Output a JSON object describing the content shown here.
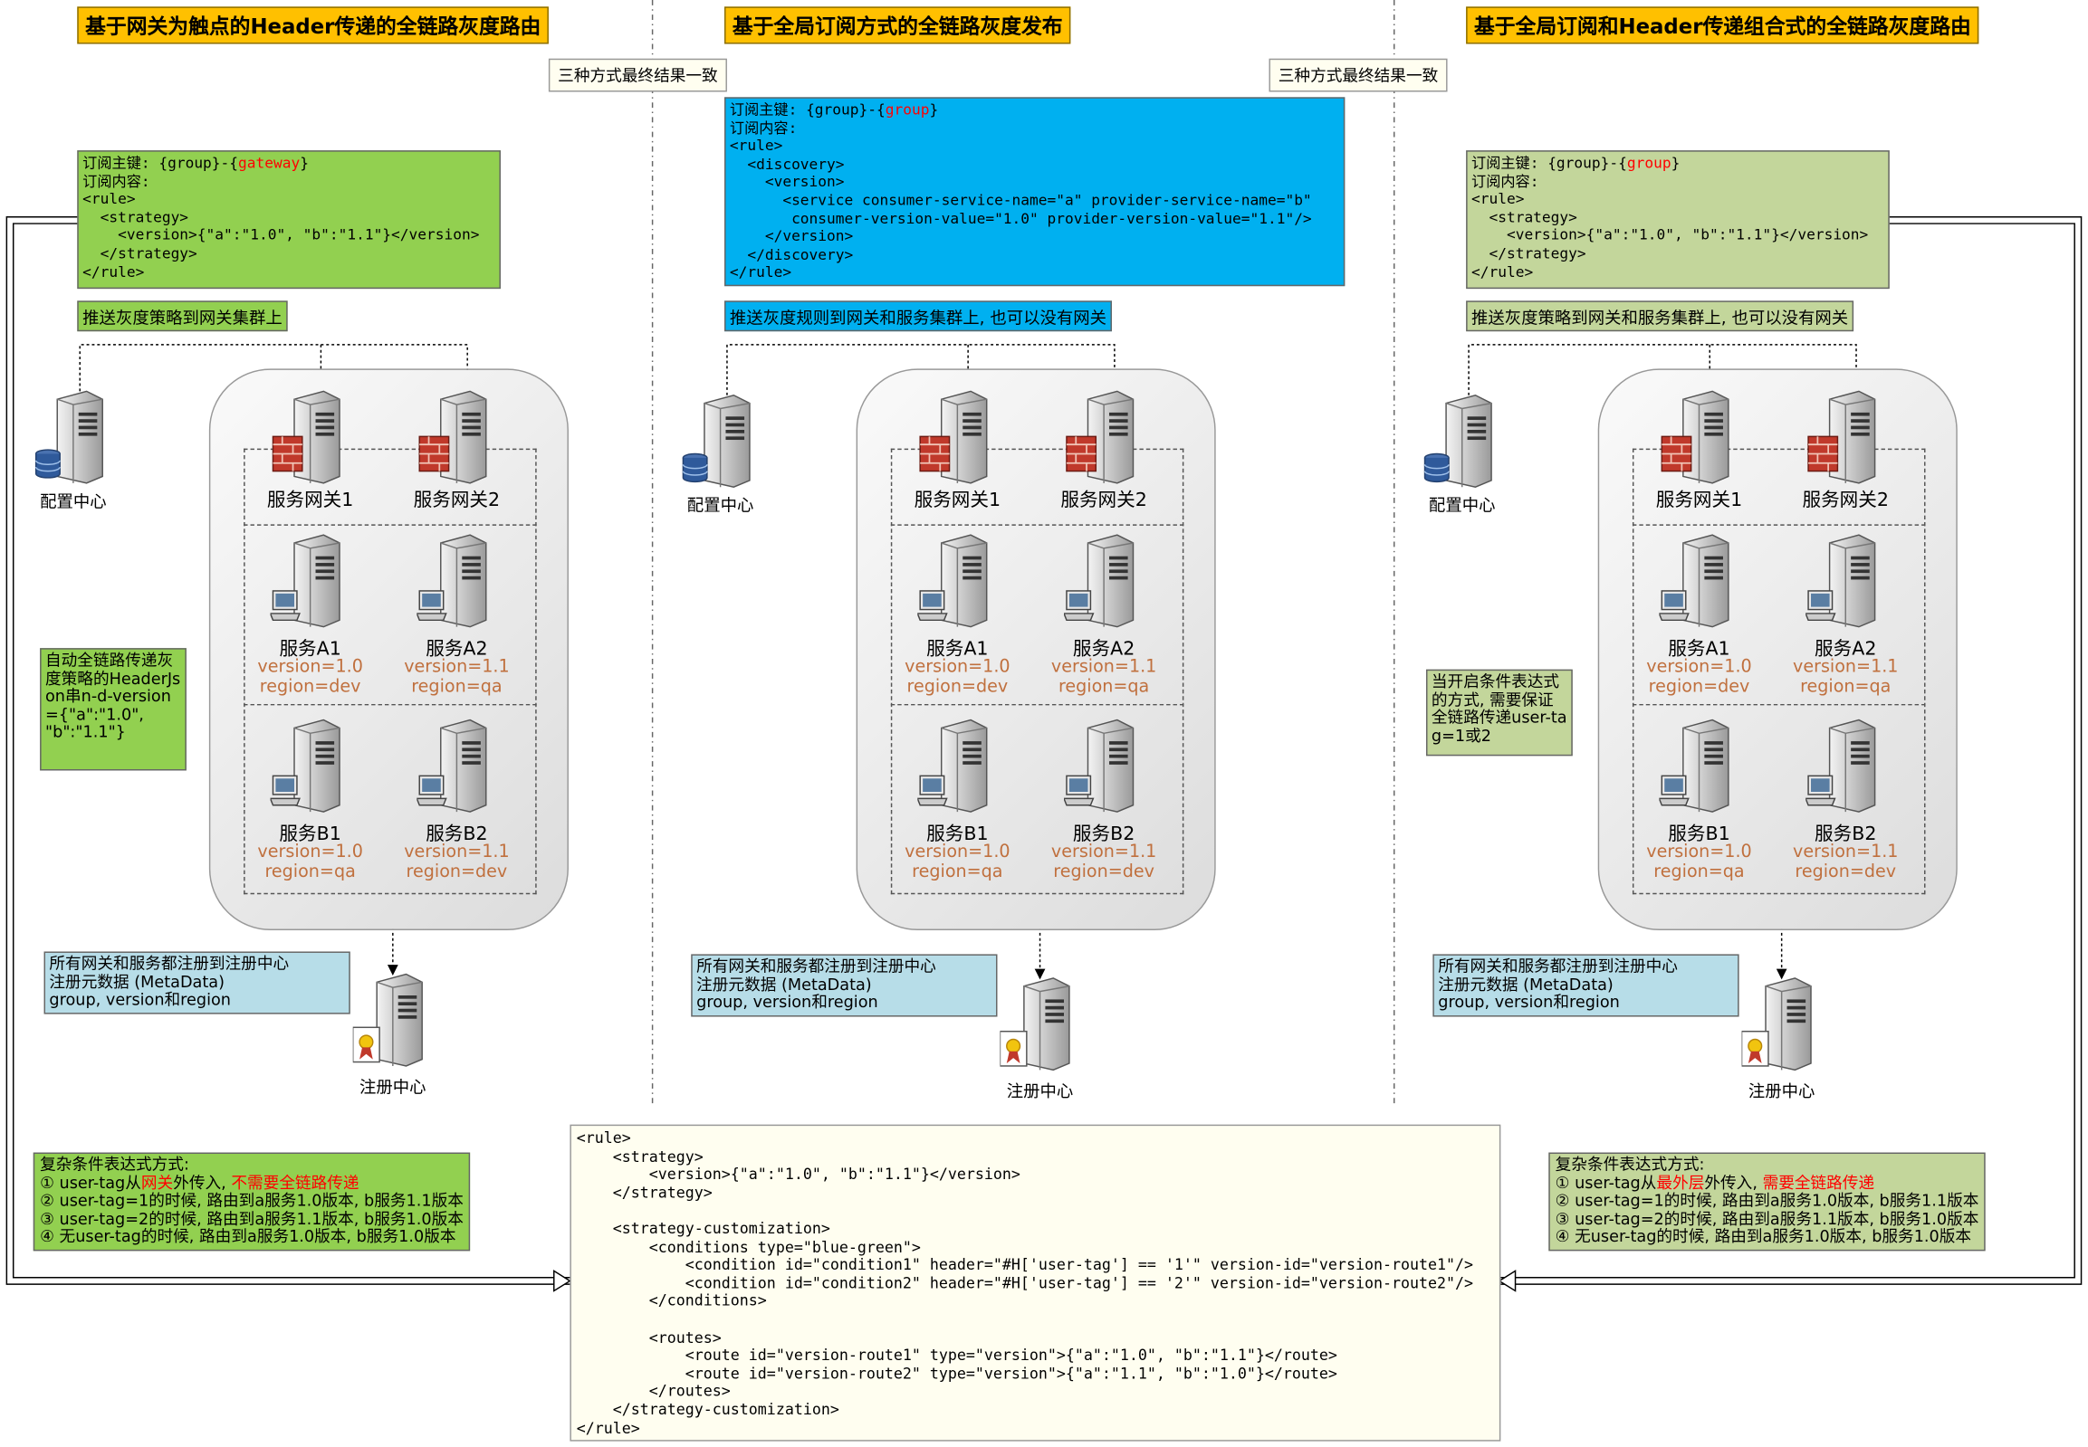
{
  "panels": [
    {
      "title": "基于网关为触点的Header传递的全链路灰度路由",
      "rule_box": {
        "key_prefix": "订阅主键: {group}-{",
        "key_highlight": "gateway",
        "key_suffix": "}",
        "content_label": "订阅内容:",
        "lines": [
          "<rule>",
          "  <strategy>",
          "    <version>{\"a\":\"1.0\", \"b\":\"1.1\"}</version>",
          "  </strategy>",
          "</rule>"
        ]
      },
      "push_label": "推送灰度策略到网关集群上",
      "config_center": "配置中心",
      "gateways": [
        "服务网关1",
        "服务网关2"
      ],
      "services": [
        {
          "name": "服务A1",
          "version": "version=1.0",
          "region": "region=dev"
        },
        {
          "name": "服务A2",
          "version": "version=1.1",
          "region": "region=qa"
        },
        {
          "name": "服务B1",
          "version": "version=1.0",
          "region": "region=qa"
        },
        {
          "name": "服务B2",
          "version": "version=1.1",
          "region": "region=dev"
        }
      ],
      "side_note": "自动全链路传递灰度策略的HeaderJson串n-d-version={\"a\":\"1.0\", \"b\":\"1.1\"}",
      "registry_note": [
        "所有网关和服务都注册到注册中心",
        "注册元数据 (MetaData)",
        "group, version和region"
      ],
      "registry_center": "注册中心",
      "conditions": {
        "heading": "复杂条件表达式方式:",
        "line1_a": "① user-tag从",
        "line1_red1": "网关",
        "line1_b": "外传入, ",
        "line1_red2": "不需要全链路传递",
        "lines": [
          "② user-tag=1的时候, 路由到a服务1.0版本, b服务1.1版本",
          "③ user-tag=2的时候, 路由到a服务1.1版本, b服务1.0版本",
          "④ 无user-tag的时候, 路由到a服务1.0版本, b服务1.0版本"
        ]
      }
    },
    {
      "title": "基于全局订阅方式的全链路灰度发布",
      "rule_box": {
        "key_prefix": "订阅主键: {group}-{",
        "key_highlight": "group",
        "key_suffix": "}",
        "content_label": "订阅内容:",
        "lines": [
          "<rule>",
          "  <discovery>",
          "    <version>",
          "      <service consumer-service-name=\"a\" provider-service-name=\"b\"",
          "       consumer-version-value=\"1.0\" provider-version-value=\"1.1\"/>",
          "    </version>",
          "  </discovery>",
          "</rule>"
        ]
      },
      "push_label": "推送灰度规则到网关和服务集群上, 也可以没有网关",
      "config_center": "配置中心",
      "gateways": [
        "服务网关1",
        "服务网关2"
      ],
      "services": [
        {
          "name": "服务A1",
          "version": "version=1.0",
          "region": "region=dev"
        },
        {
          "name": "服务A2",
          "version": "version=1.1",
          "region": "region=qa"
        },
        {
          "name": "服务B1",
          "version": "version=1.0",
          "region": "region=qa"
        },
        {
          "name": "服务B2",
          "version": "version=1.1",
          "region": "region=dev"
        }
      ],
      "registry_note": [
        "所有网关和服务都注册到注册中心",
        "注册元数据 (MetaData)",
        "group, version和region"
      ],
      "registry_center": "注册中心"
    },
    {
      "title": "基于全局订阅和Header传递组合式的全链路灰度路由",
      "rule_box": {
        "key_prefix": "订阅主键: {group}-{",
        "key_highlight": "group",
        "key_suffix": "}",
        "content_label": "订阅内容:",
        "lines": [
          "<rule>",
          "  <strategy>",
          "    <version>{\"a\":\"1.0\", \"b\":\"1.1\"}</version>",
          "  </strategy>",
          "</rule>"
        ]
      },
      "push_label": "推送灰度策略到网关和服务集群上, 也可以没有网关",
      "config_center": "配置中心",
      "gateways": [
        "服务网关1",
        "服务网关2"
      ],
      "services": [
        {
          "name": "服务A1",
          "version": "version=1.0",
          "region": "region=dev"
        },
        {
          "name": "服务A2",
          "version": "version=1.1",
          "region": "region=qa"
        },
        {
          "name": "服务B1",
          "version": "version=1.0",
          "region": "region=qa"
        },
        {
          "name": "服务B2",
          "version": "version=1.1",
          "region": "region=dev"
        }
      ],
      "side_note": "当开启条件表达式的方式, 需要保证全链路传递user-tag=1或2",
      "registry_note": [
        "所有网关和服务都注册到注册中心",
        "注册元数据 (MetaData)",
        "group, version和region"
      ],
      "registry_center": "注册中心",
      "conditions": {
        "heading": "复杂条件表达式方式:",
        "line1_a": "① user-tag从",
        "line1_red1": "最外层",
        "line1_b": "外传入, ",
        "line1_red2": "需要全链路传递",
        "lines": [
          "② user-tag=1的时候, 路由到a服务1.0版本, b服务1.1版本",
          "③ user-tag=2的时候, 路由到a服务1.1版本, b服务1.0版本",
          "④ 无user-tag的时候, 路由到a服务1.0版本, b服务1.0版本"
        ]
      }
    }
  ],
  "same_result_labels": [
    "三种方式最终结果一致",
    "三种方式最终结果一致"
  ],
  "xml_rule_lines": [
    "<rule>",
    "    <strategy>",
    "        <version>{\"a\":\"1.0\", \"b\":\"1.1\"}</version>",
    "    </strategy>",
    "",
    "    <strategy-customization>",
    "        <conditions type=\"blue-green\">",
    "            <condition id=\"condition1\" header=\"#H['user-tag'] == '1'\" version-id=\"version-route1\"/>",
    "            <condition id=\"condition2\" header=\"#H['user-tag'] == '2'\" version-id=\"version-route2\"/>",
    "        </conditions>",
    "",
    "        <routes>",
    "            <route id=\"version-route1\" type=\"version\">{\"a\":\"1.0\", \"b\":\"1.1\"}</route>",
    "            <route id=\"version-route2\" type=\"version\">{\"a\":\"1.1\", \"b\":\"1.0\"}</route>",
    "        </routes>",
    "    </strategy-customization>",
    "</rule>"
  ],
  "colors": {
    "title_bg": "#ffc000",
    "green_box": "#92d050",
    "light_green_box": "#c3d69b",
    "blue_box": "#00b0f0",
    "light_blue_box": "#b7dde8",
    "metadata_text": "#c0703e",
    "highlight_red": "#ff0000"
  },
  "icons": [
    "server-icon",
    "firewall-icon",
    "database-icon",
    "workstation-icon",
    "certificate-icon"
  ]
}
